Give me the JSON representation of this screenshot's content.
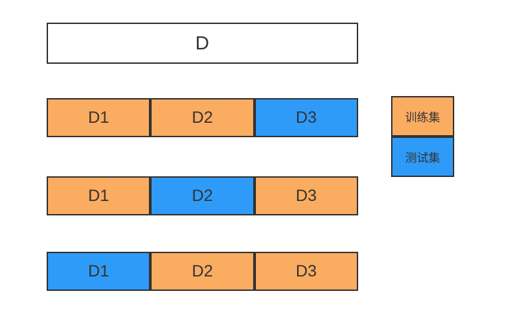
{
  "diagram": {
    "dataset_box": {
      "label": "D"
    },
    "rows": [
      {
        "cells": [
          {
            "label": "D1",
            "type": "train"
          },
          {
            "label": "D2",
            "type": "train"
          },
          {
            "label": "D3",
            "type": "test"
          }
        ]
      },
      {
        "cells": [
          {
            "label": "D1",
            "type": "train"
          },
          {
            "label": "D2",
            "type": "test"
          },
          {
            "label": "D3",
            "type": "train"
          }
        ]
      },
      {
        "cells": [
          {
            "label": "D1",
            "type": "test"
          },
          {
            "label": "D2",
            "type": "train"
          },
          {
            "label": "D3",
            "type": "train"
          }
        ]
      }
    ],
    "legend": {
      "items": [
        {
          "label": "训练集",
          "type": "train"
        },
        {
          "label": "测试集",
          "type": "test"
        }
      ]
    },
    "colors": {
      "train": "#FAAC61",
      "test": "#2F9BF8",
      "border": "#333333",
      "text": "#333333",
      "background": "#FFFFFF"
    }
  }
}
